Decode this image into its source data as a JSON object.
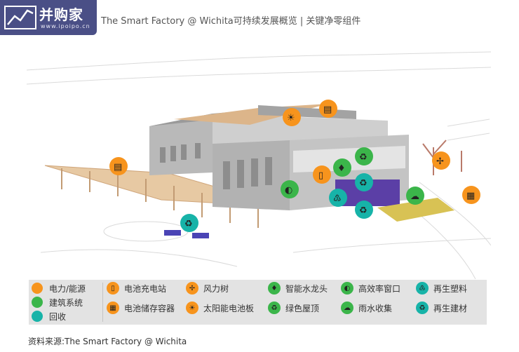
{
  "logo": {
    "name": "并购家",
    "url": "www.ipoipo.cn"
  },
  "title": "The Smart Factory @ Wichita可持续发展概览 | 关键净零组件",
  "colors": {
    "power": "#f7941d",
    "building": "#3bb54a",
    "recycle": "#17b3a8"
  },
  "legend": {
    "categories": [
      {
        "label": "电力/能源",
        "color": "#f7941d"
      },
      {
        "label": "建筑系统",
        "color": "#3bb54a"
      },
      {
        "label": "回收",
        "color": "#17b3a8"
      }
    ],
    "items": [
      {
        "label": "电池充电站",
        "icon": "battery-charge-icon",
        "glyph": "▯",
        "color": "#f7941d"
      },
      {
        "label": "电池储存容器",
        "icon": "battery-storage-icon",
        "glyph": "▦",
        "color": "#f7941d"
      },
      {
        "label": "风力树",
        "icon": "wind-tree-icon",
        "glyph": "✢",
        "color": "#f7941d"
      },
      {
        "label": "太阳能电池板",
        "icon": "solar-panel-icon",
        "glyph": "☀",
        "color": "#f7941d"
      },
      {
        "label": "智能水龙头",
        "icon": "smart-faucet-icon",
        "glyph": "♦",
        "color": "#3bb54a"
      },
      {
        "label": "绿色屋顶",
        "icon": "green-roof-icon",
        "glyph": "♻",
        "color": "#3bb54a"
      },
      {
        "label": "高效率窗口",
        "icon": "efficient-window-icon",
        "glyph": "◐",
        "color": "#3bb54a"
      },
      {
        "label": "雨水收集",
        "icon": "rainwater-icon",
        "glyph": "☁",
        "color": "#3bb54a"
      },
      {
        "label": "再生塑料",
        "icon": "recycled-plastic-icon",
        "glyph": "♳",
        "color": "#17b3a8"
      },
      {
        "label": "再生建材",
        "icon": "recycled-material-icon",
        "glyph": "♻",
        "color": "#17b3a8"
      }
    ]
  },
  "source": "资料来源:The Smart Factory @ Wichita"
}
